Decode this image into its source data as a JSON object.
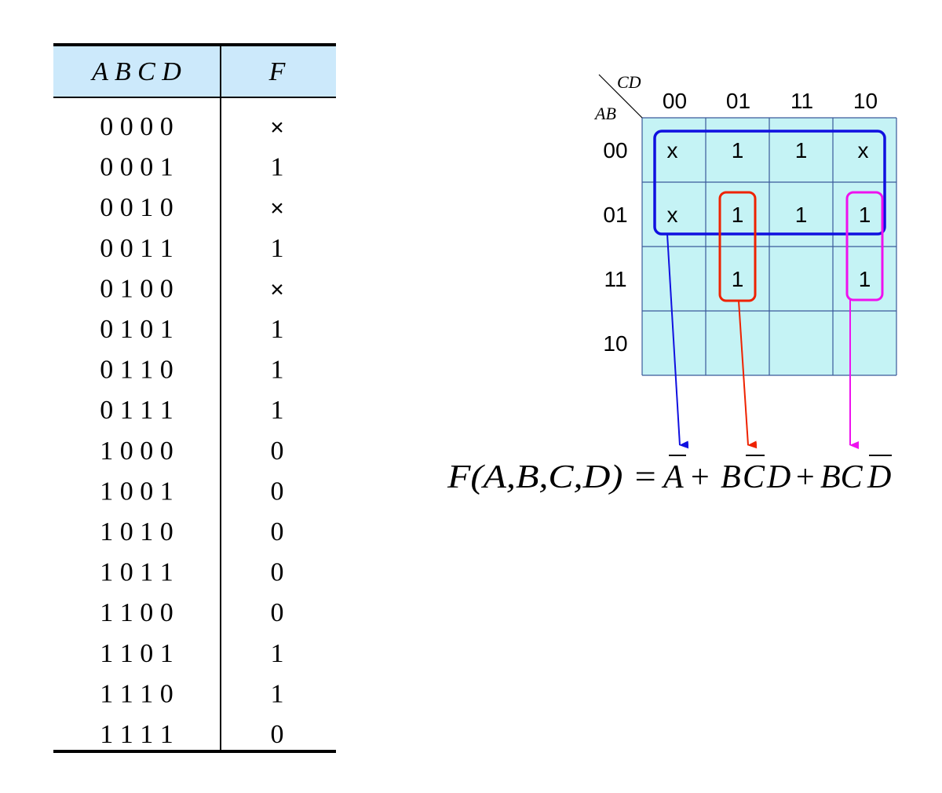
{
  "truth_table": {
    "header_inputs": "A B C D",
    "header_output": "F",
    "rows": [
      {
        "inputs": "0 0 0 0",
        "output": "×"
      },
      {
        "inputs": "0 0 0 1",
        "output": "1"
      },
      {
        "inputs": "0 0 1 0",
        "output": "×"
      },
      {
        "inputs": "0 0 1 1",
        "output": "1"
      },
      {
        "inputs": "0 1 0 0",
        "output": "×"
      },
      {
        "inputs": "0 1 0 1",
        "output": "1"
      },
      {
        "inputs": "0 1 1 0",
        "output": "1"
      },
      {
        "inputs": "0 1 1 1",
        "output": "1"
      },
      {
        "inputs": "1 0 0 0",
        "output": "0"
      },
      {
        "inputs": "1 0 0 1",
        "output": "0"
      },
      {
        "inputs": "1 0 1 0",
        "output": "0"
      },
      {
        "inputs": "1 0 1 1",
        "output": "0"
      },
      {
        "inputs": "1 1 0 0",
        "output": "0"
      },
      {
        "inputs": "1 1 0 1",
        "output": "1"
      },
      {
        "inputs": "1 1 1 0",
        "output": "1"
      },
      {
        "inputs": "1 1 1 1",
        "output": "0"
      }
    ],
    "colors": {
      "header_bg": "#cce9fb",
      "rule": "#000000"
    }
  },
  "kmap": {
    "corner_top": "CD",
    "corner_bottom": "AB",
    "col_labels": [
      "00",
      "01",
      "11",
      "10"
    ],
    "row_labels": [
      "00",
      "01",
      "11",
      "10"
    ],
    "cells": [
      [
        "x",
        "1",
        "1",
        "x"
      ],
      [
        "x",
        "1",
        "1",
        "1"
      ],
      [
        "",
        "1",
        "",
        "1"
      ],
      [
        "",
        "",
        "",
        ""
      ]
    ],
    "colors": {
      "grid_bg": "#c5f3f5",
      "grid_line": "#3a5a9a",
      "group_blue": "#1010e0",
      "group_red": "#ee2200",
      "group_magenta": "#ee11ee"
    }
  },
  "equation": {
    "lhs": "F(A,B,C,D) =",
    "t1": "A",
    "plus1": "+",
    "t2_b": "B",
    "t2_c": "C",
    "t2_d": "D",
    "plus2": "+",
    "t3_bc": "BC",
    "t3_d": "D"
  }
}
